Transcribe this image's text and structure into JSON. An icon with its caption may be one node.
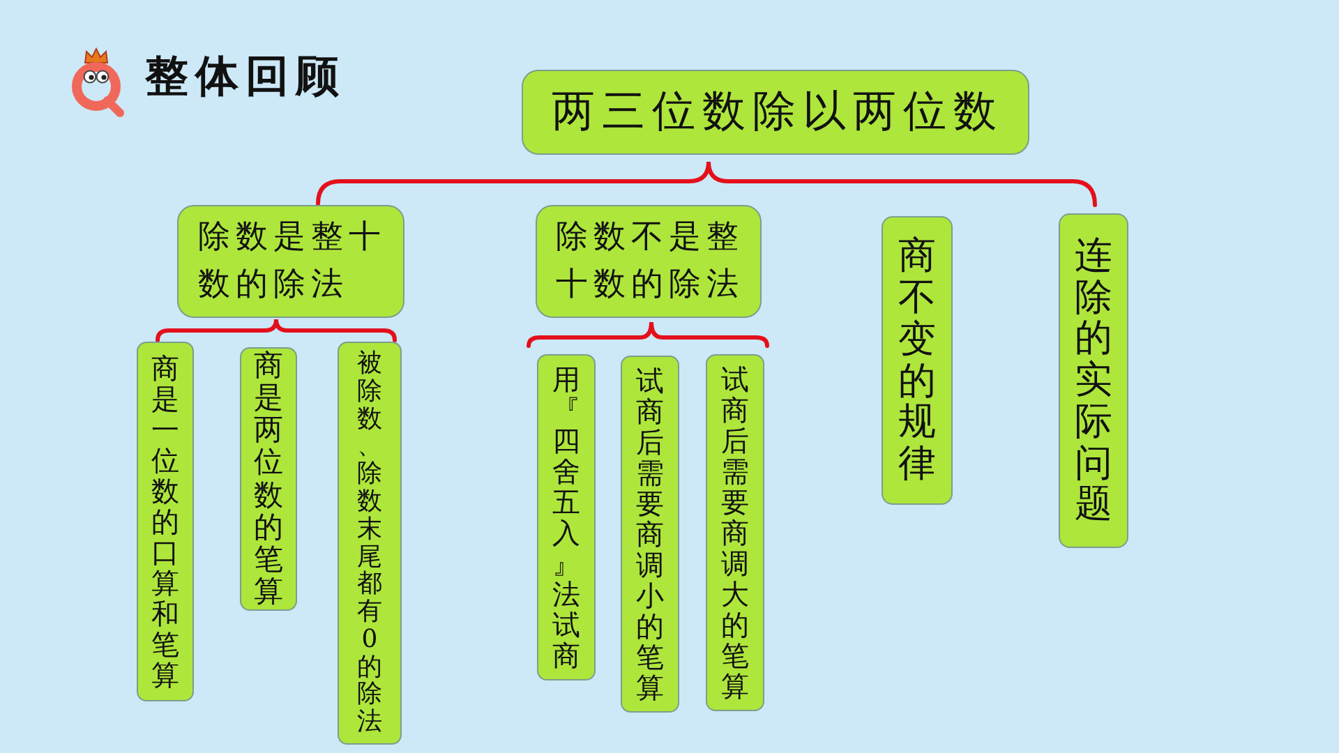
{
  "diagram": {
    "title": "整体回顾",
    "nodes": [
      {
        "text": [
          "两三位数除以两位数"
        ]
      },
      {
        "text": [
          "除数是整十数的除法"
        ]
      },
      {
        "text": [
          "除数不是整十数的除法"
        ]
      },
      {
        "text": [
          "商不变的规律"
        ]
      },
      {
        "text": [
          "连除的实际问题"
        ]
      },
      {
        "text": [
          "商是一位数的口算和笔算"
        ]
      },
      {
        "text": [
          "商是两位数的笔算"
        ]
      },
      {
        "text": [
          "被除数、除数末尾都有0的除法"
        ]
      },
      {
        "text": [
          "用『四舍五入』法试商"
        ]
      },
      {
        "text": [
          "试商后需要商调小的笔算"
        ]
      },
      {
        "text": [
          "试商后需要商调大的笔算"
        ]
      }
    ]
  }
}
